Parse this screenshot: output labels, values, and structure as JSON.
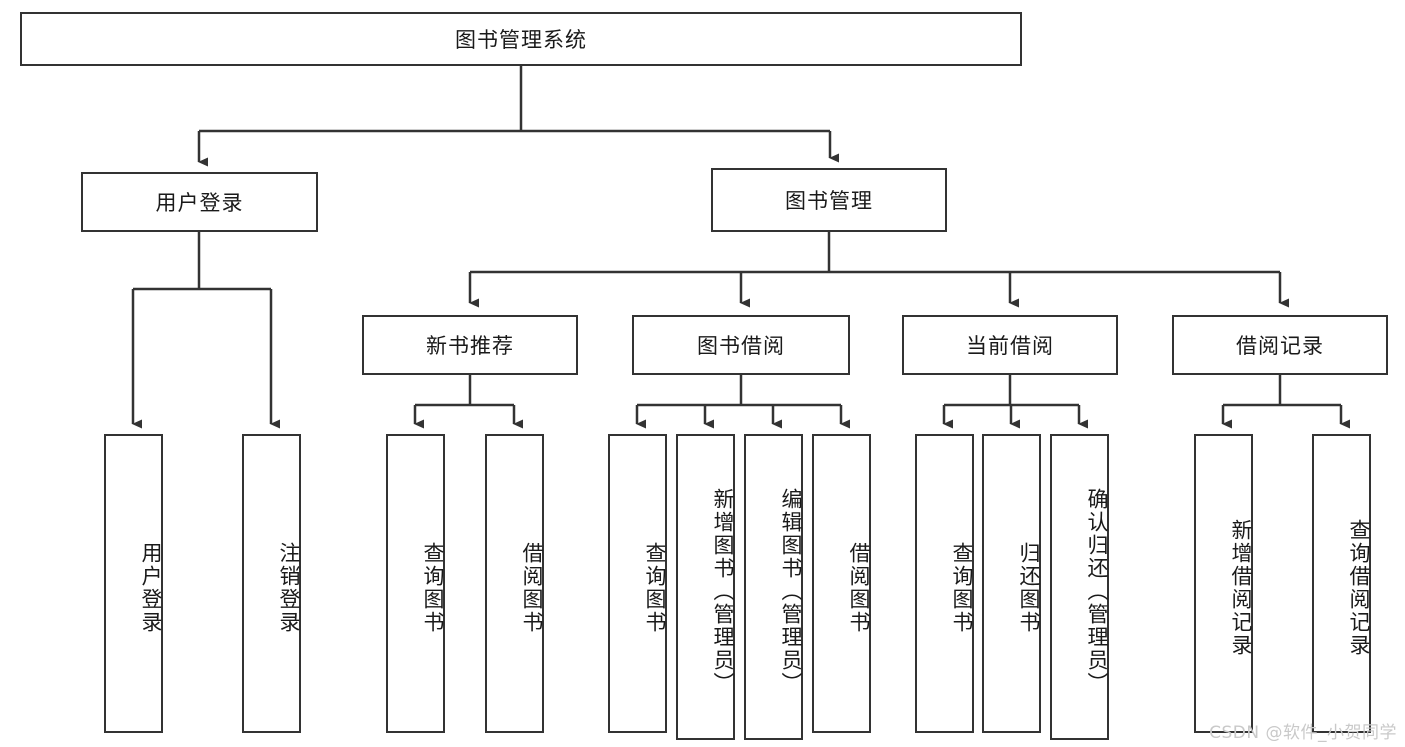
{
  "diagram": {
    "type": "tree",
    "title": "图书管理系统",
    "root": {
      "label": "图书管理系统"
    },
    "level1": [
      {
        "label": "用户登录"
      },
      {
        "label": "图书管理"
      }
    ],
    "level2": [
      {
        "label": "新书推荐",
        "parent": "图书管理"
      },
      {
        "label": "图书借阅",
        "parent": "图书管理"
      },
      {
        "label": "当前借阅",
        "parent": "图书管理"
      },
      {
        "label": "借阅记录",
        "parent": "图书管理"
      }
    ],
    "leaves": {
      "用户登录": [
        {
          "label": "用户登录"
        },
        {
          "label": "注销登录"
        }
      ],
      "新书推荐": [
        {
          "label": "查询图书"
        },
        {
          "label": "借阅图书"
        }
      ],
      "图书借阅": [
        {
          "label": "查询图书"
        },
        {
          "label": "新增图书（管理员）"
        },
        {
          "label": "编辑图书（管理员）"
        },
        {
          "label": "借阅图书"
        }
      ],
      "当前借阅": [
        {
          "label": "查询图书"
        },
        {
          "label": "归还图书"
        },
        {
          "label": "确认归还（管理员）"
        }
      ],
      "借阅记录": [
        {
          "label": "新增借阅记录"
        },
        {
          "label": "查询借阅记录"
        }
      ]
    }
  },
  "watermark": {
    "text": "CSDN @软件_小贺同学"
  },
  "colors": {
    "border": "#333333",
    "text": "#1a1a1a",
    "background": "#ffffff",
    "watermark": "#c9c9c9"
  }
}
